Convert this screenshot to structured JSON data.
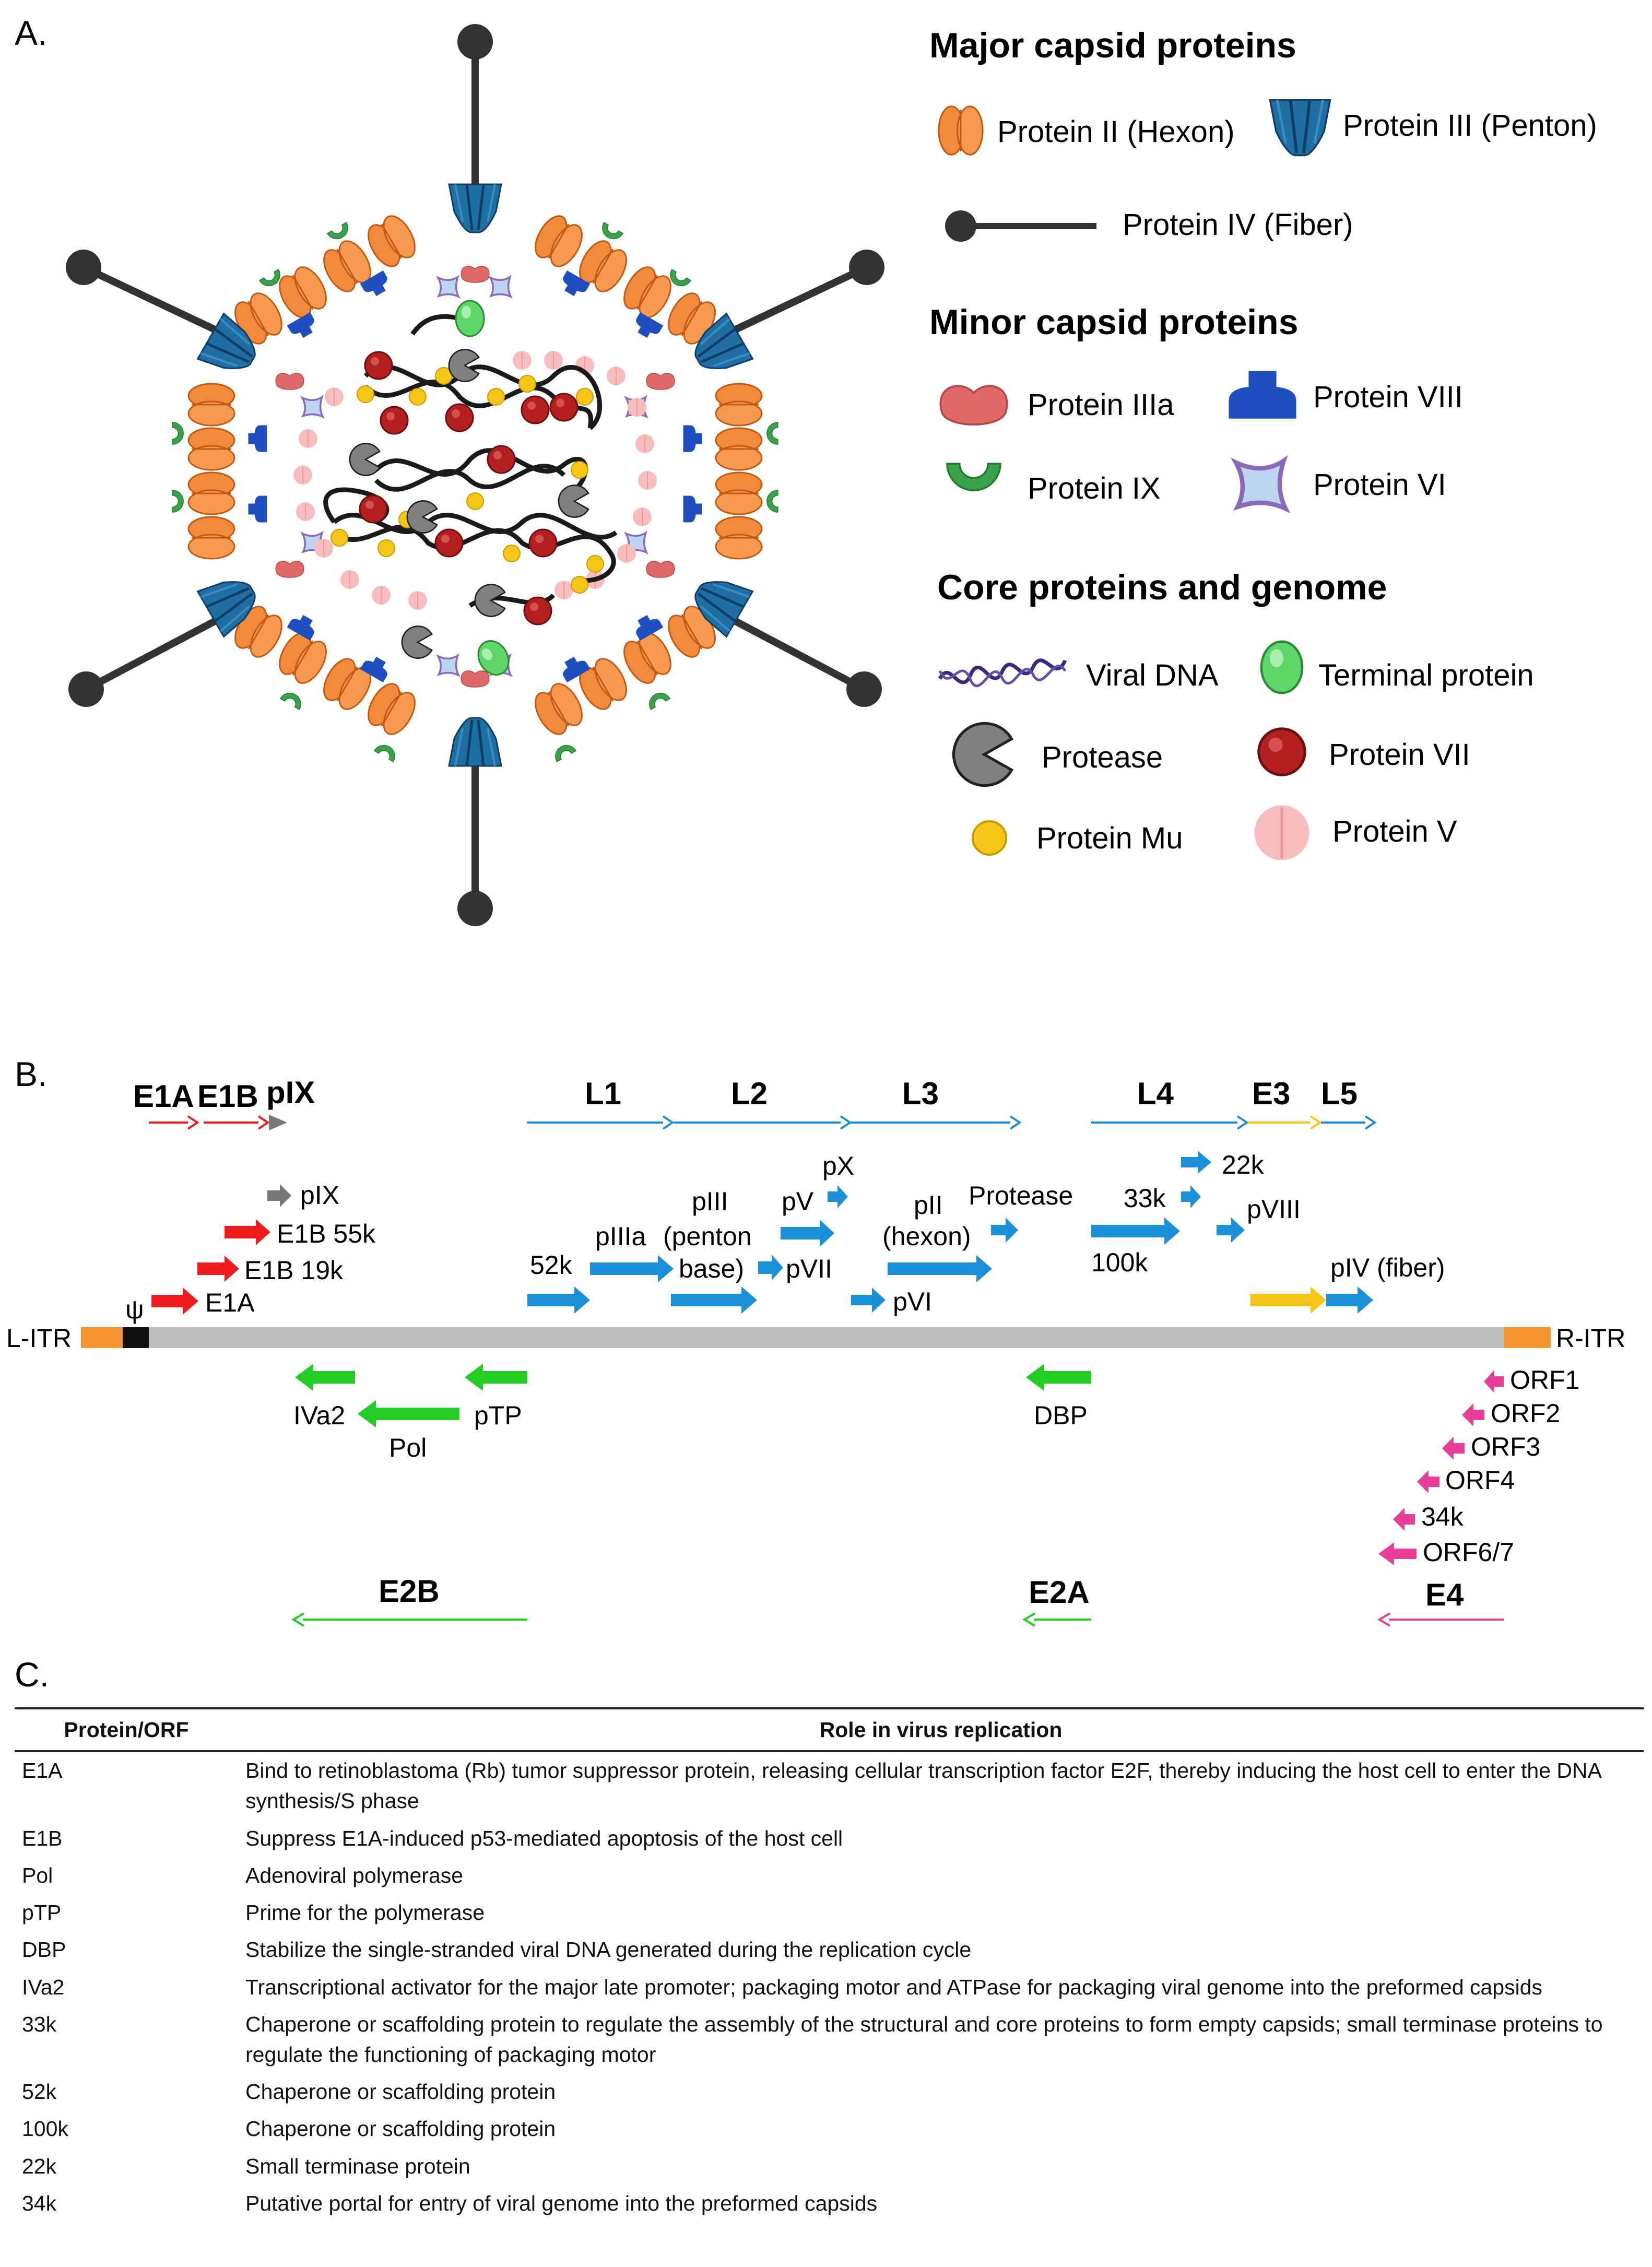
{
  "panels": {
    "a": "A.",
    "b": "B.",
    "c": "C."
  },
  "legend": {
    "major_heading": "Major capsid proteins",
    "hexon": "Protein II (Hexon)",
    "penton": "Protein III (Penton)",
    "fiber": "Protein IV (Fiber)",
    "minor_heading": "Minor capsid proteins",
    "p3a": "Protein IIIa",
    "p8": "Protein VIII",
    "p9": "Protein IX",
    "p6": "Protein VI",
    "core_heading": "Core proteins and genome",
    "dna": "Viral DNA",
    "tp": "Terminal protein",
    "protease": "Protease",
    "p7": "Protein VII",
    "mu": "Protein Mu",
    "p5": "Protein V"
  },
  "colors": {
    "hexon": "#f28a3c",
    "penton": "#1f6fa3",
    "fiber": "#333333",
    "p3a": "#e06a6a",
    "p8": "#1f4fbf",
    "p9": "#3aa24a",
    "p6": "#9ab8e0",
    "tp": "#5fd66a",
    "protease": "#808080",
    "p7": "#b3201f",
    "mu": "#f5c518",
    "p5": "#f7bcbc",
    "early1": "#ee1c1c",
    "pix": "#777777",
    "late": "#1b8fd8",
    "e3": "#f5c518",
    "e2": "#22cc22",
    "e4": "#e8409a",
    "itr": "#f79530",
    "genome": "#bdbdbd"
  },
  "genome": {
    "l_itr": "L-ITR",
    "r_itr": "R-ITR",
    "psi": "ψ",
    "regions": {
      "e1a": "E1A",
      "e1b": "E1B",
      "pix": "pIX",
      "l1": "L1",
      "l2": "L2",
      "l3": "L3",
      "l4": "L4",
      "e3": "E3",
      "l5": "L5",
      "e2b": "E2B",
      "e2a": "E2A",
      "e4": "E4"
    },
    "genes": {
      "pix": "pIX",
      "e1b55": "E1B 55k",
      "e1b19": "E1B 19k",
      "e1a": "E1A",
      "k52": "52k",
      "p3a_1": "pIIIa",
      "p3_1": "pIII",
      "p3_2": "(penton",
      "p3_3": "base)",
      "pv": "pV",
      "px": "pX",
      "pvii": "pVII",
      "p2_1": "pII",
      "p2_2": "(hexon)",
      "protease": "Protease",
      "pvi": "pVI",
      "k33": "33k",
      "k22": "22k",
      "k100": "100k",
      "pviii": "pVIII",
      "piv": "pIV (fiber)",
      "iva2": "IVa2",
      "pol": "Pol",
      "ptp": "pTP",
      "dbp": "DBP",
      "orf1": "ORF1",
      "orf2": "ORF2",
      "orf3": "ORF3",
      "orf4": "ORF4",
      "k34": "34k",
      "orf67": "ORF6/7"
    }
  },
  "table": {
    "headers": [
      "Protein/ORF",
      "Role in virus replication"
    ],
    "rows": [
      {
        "name": "E1A",
        "role": "Bind to retinoblastoma (Rb) tumor suppressor protein, releasing cellular transcription factor E2F, thereby inducing the host cell to enter the DNA synthesis/S phase"
      },
      {
        "name": "E1B",
        "role": "Suppress E1A-induced p53-mediated apoptosis of the host cell"
      },
      {
        "name": "Pol",
        "role": "Adenoviral polymerase"
      },
      {
        "name": "pTP",
        "role": "Prime for the polymerase"
      },
      {
        "name": "DBP",
        "role": "Stabilize the single-stranded viral DNA generated during the replication cycle"
      },
      {
        "name": "IVa2",
        "role": "Transcriptional activator for the major late promoter; packaging motor and ATPase for packaging viral genome into the preformed capsids"
      },
      {
        "name": "33k",
        "role": "Chaperone or scaffolding protein to regulate the assembly of the structural and core proteins to form empty capsids; small terminase proteins to regulate the functioning of packaging motor"
      },
      {
        "name": "52k",
        "role": "Chaperone or scaffolding protein"
      },
      {
        "name": "100k",
        "role": "Chaperone or scaffolding protein"
      },
      {
        "name": "22k",
        "role": "Small terminase protein"
      },
      {
        "name": "34k",
        "role": "Putative portal for entry of viral genome into the preformed capsids"
      }
    ]
  }
}
